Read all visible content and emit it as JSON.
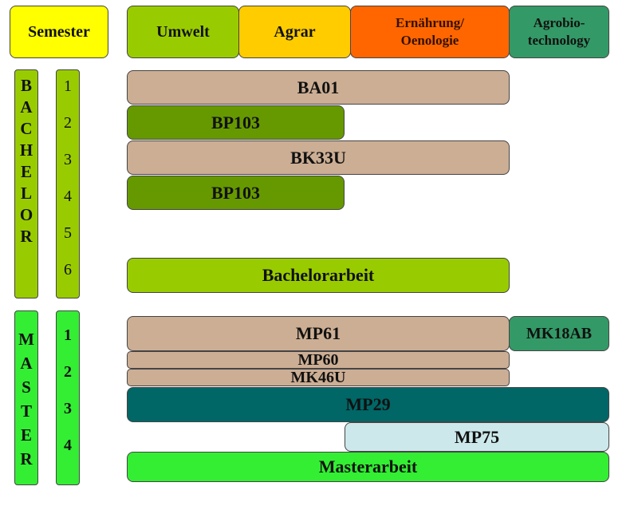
{
  "header": {
    "semester": "Semester",
    "umwelt": "Umwelt",
    "agrar": "Agrar",
    "ernaehrung_line1": "Ernährung/",
    "ernaehrung_line2": "Oenologie",
    "agrobio_line1": "Agrobio-",
    "agrobio_line2": "technology"
  },
  "bachelor": {
    "label_letters": [
      "B",
      "A",
      "C",
      "H",
      "E",
      "L",
      "O",
      "R"
    ],
    "semesters": [
      "1",
      "2",
      "3",
      "4",
      "5",
      "6"
    ],
    "modules": {
      "ba01": "BA01",
      "bp103_a": "BP103",
      "bk33u": "BK33U",
      "bp103_b": "BP103",
      "thesis": "Bachelorarbeit"
    }
  },
  "master": {
    "label_letters": [
      "M",
      "A",
      "S",
      "T",
      "E",
      "R"
    ],
    "semesters": [
      "1",
      "2",
      "3",
      "4"
    ],
    "modules": {
      "mp61": "MP61",
      "mk18ab": "MK18AB",
      "mp60": "MP60",
      "mk46u": "MK46U",
      "mp29": "MP29",
      "mp75": "MP75",
      "thesis": "Masterarbeit"
    }
  },
  "colors": {
    "semester": "#FFFF00",
    "umwelt": "#99CC00",
    "agrar": "#FFCC00",
    "ernaehrung": "#FF6600",
    "agrobio": "#339966",
    "tan": "#CCAE94",
    "dark_green": "#669900",
    "teal": "#006666",
    "light_blue": "#CCE8EA",
    "bright_green": "#33EE33"
  }
}
